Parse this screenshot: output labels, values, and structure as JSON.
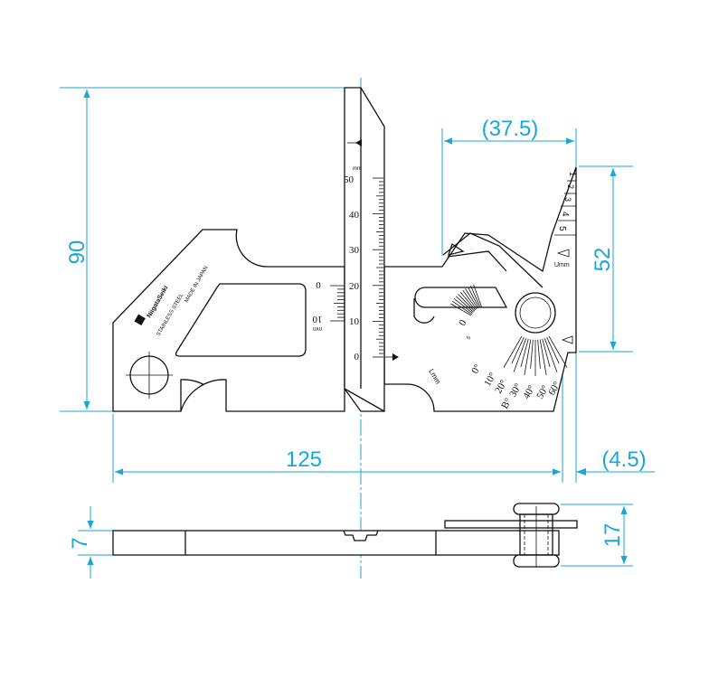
{
  "dimensions": {
    "height_total": "90",
    "width_total": "125",
    "offset_top_right": "(37.5)",
    "right_height": "52",
    "right_offset": "(4.5)",
    "thickness": "7",
    "side_height": "17"
  },
  "scales": {
    "vertical_unit": "mm",
    "vertical_ticks": [
      "50",
      "40",
      "30",
      "20",
      "10",
      "0"
    ],
    "small_scale_zero": "0",
    "small_scale_ten": "10",
    "small_scale_unit": "mm",
    "angle_ticks": [
      "0°",
      "10°",
      "20°",
      "30°",
      "40°",
      "50°",
      "60°"
    ],
    "angle_label": "B°",
    "fillet_zero": "0",
    "fillet_five": "5",
    "fillet_unit": "Lmm",
    "undercut_ticks": [
      "1",
      "2",
      "3",
      "4",
      "5"
    ],
    "undercut_unit": "Umm"
  },
  "marking": {
    "brand": "NiigataSeiki",
    "material": "STAINLESS STEEL",
    "origin": "MADE IN JAPAN"
  }
}
